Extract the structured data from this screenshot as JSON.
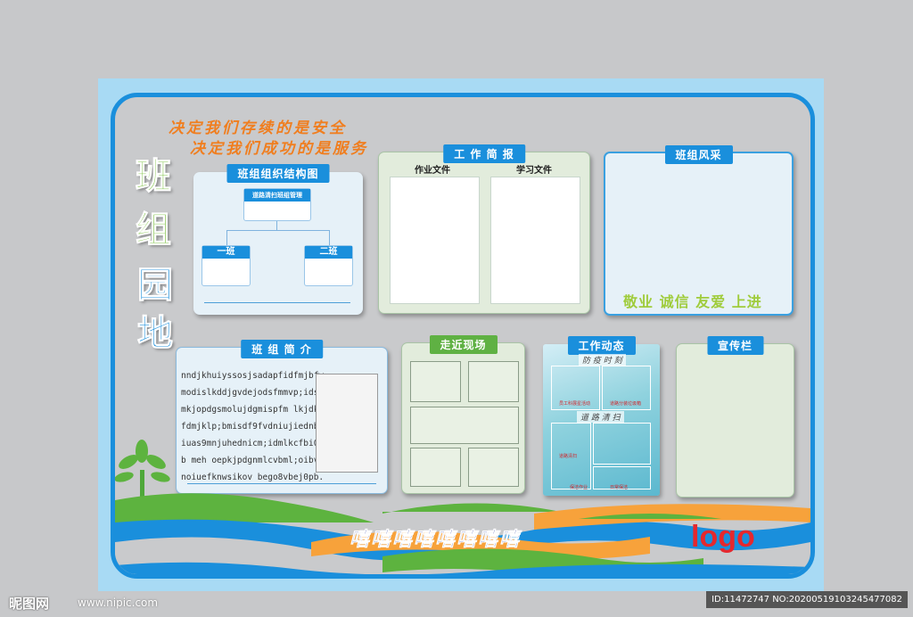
{
  "slogans": [
    "决定我们存续的是安全",
    "决定我们成功的是服务"
  ],
  "vertical_title": [
    "班",
    "组",
    "园",
    "地"
  ],
  "org_chart": {
    "title": "班组组织结构图",
    "top_label": "道路清扫班组管理",
    "left_label": "一班",
    "right_label": "二班"
  },
  "work_brief": {
    "title": "工 作 简 报",
    "left_label": "作业文件",
    "right_label": "学习文件"
  },
  "style_panel": {
    "title": "班组风采",
    "motto": "敬业 诚信 友爱 上进"
  },
  "intro_panel": {
    "title": "班 组 简 介",
    "lines": [
      "nndjkhuiyssosjsadapfidfmjbfw",
      "modislkddjgvdejodsfmmvp;ids",
      "mkjopdgsmolujdgmispfm lkjdk",
      "fdmjklp;bmisdf9fvdniujiednbfj",
      "iuas9mnjuhednicm;idmlkcfbi0",
      "b meh oepkjpdgnmlcvbml;oibv",
      "noiuefknwsikov bego8vbej0pb."
    ]
  },
  "scene_panel": {
    "title": "走近现场"
  },
  "dynamics_panel": {
    "title": "工作动态",
    "sub_top": "防 疫 时 刻",
    "sub_mid": "道 路 清 扫",
    "tiny_labels": [
      "员工科展星活动",
      "道路分装垃圾箱",
      "道路清扫",
      "保洁作业",
      "日常保洁"
    ]
  },
  "promo_panel": {
    "title": "宣传栏"
  },
  "bottom_slogan": "嘻嘻嘻嘻嘻嘻嘻嘻",
  "logo_text": "logo",
  "watermark": {
    "brand": "昵图网",
    "site": "www.nipic.com",
    "id": "ID:11472747 NO:20200519103245477082"
  },
  "colors": {
    "accent_blue": "#1a8fdc",
    "slogan_orange": "#f07e1f",
    "title_green": "#7dc242",
    "title_blue": "#1a8fdc",
    "logo_red": "#e5282e",
    "wave_green": "#5db33f",
    "wave_orange": "#f7a23b"
  },
  "icons": [
    "tree-icon"
  ]
}
